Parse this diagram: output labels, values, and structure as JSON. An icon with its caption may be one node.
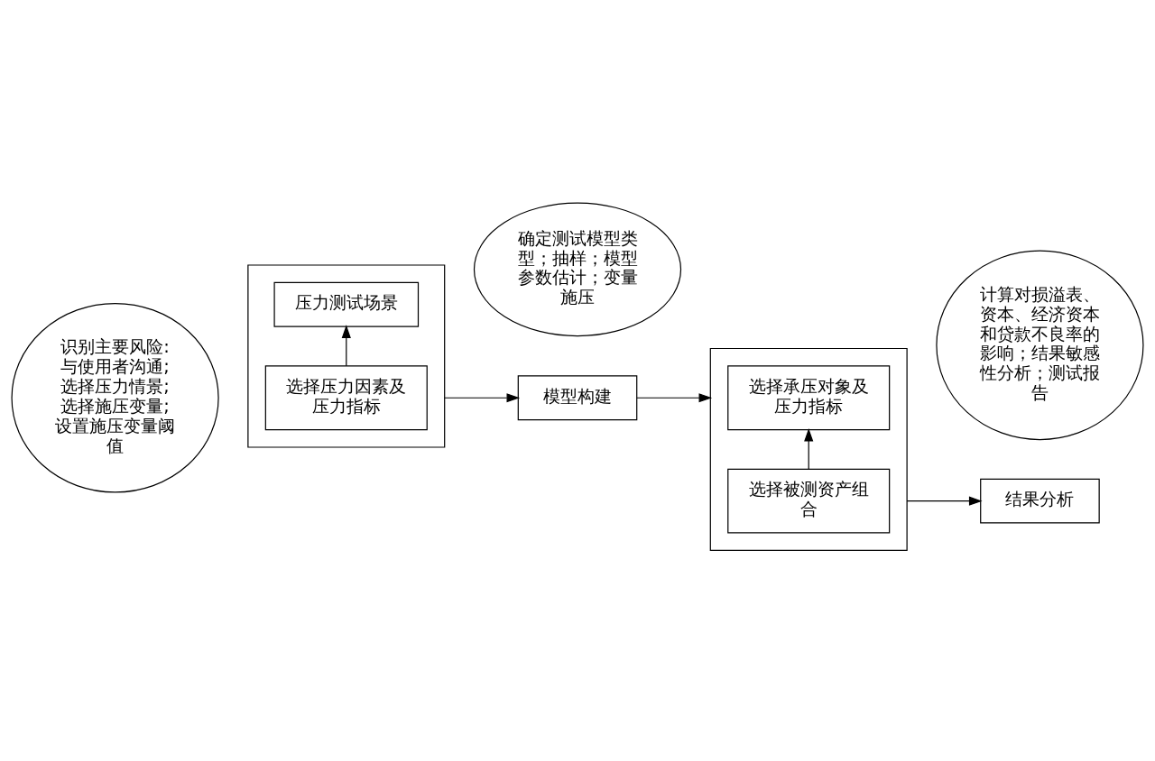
{
  "diagram": {
    "nodes": [
      {
        "text": [
          "识别主要风险:与使用者沟通;选择压力情景;选择施压变量;设置施压变量阈值"
        ]
      },
      {
        "text": [],
        "shape": "box"
      },
      {
        "text": [
          "选择压力因素及压力指标"
        ],
        "in": 1
      },
      {
        "text": [
          "压力测试场景"
        ],
        "in": 1
      },
      {
        "text": [
          "确定测试模型类型；抽样；模型参数估计；变量施压"
        ]
      },
      {
        "text": [
          "模型构建"
        ]
      },
      {
        "text": [],
        "shape": "box"
      },
      {
        "text": [
          "选择被测资产组合"
        ],
        "in": 6
      },
      {
        "text": [
          "选择承压对象及压力指标"
        ],
        "in": 6
      },
      {
        "text": [
          "结果分析"
        ]
      },
      {
        "text": [
          "计算对损溢表、资本、经济资本和贷款不良率的影响；结果敏感性分析；测试报告"
        ]
      }
    ],
    "edges": [
      {
        "from": 2,
        "to": 3,
        "arrow": "to"
      },
      {
        "from": 1,
        "to": 5,
        "arrow": "to"
      },
      {
        "from": 5,
        "to": 6,
        "arrow": "to"
      },
      {
        "from": 7,
        "to": 8,
        "arrow": "to"
      },
      {
        "from": 6,
        "to": 9,
        "arrow": "to"
      }
    ]
  }
}
